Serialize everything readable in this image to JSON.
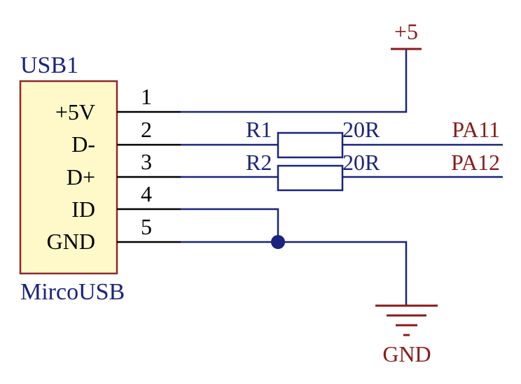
{
  "colors": {
    "component_outline": "#8b2a2a",
    "component_fill": "#fff9c9",
    "component_text": "#000000",
    "designator_text": "#1a237e",
    "net_wire": "#1a237e",
    "pin_wire": "#000000",
    "power_symbol": "#8b1a1a",
    "port_text": "#8b1a1a",
    "resistor_outline": "#1a237e",
    "junction": "#1a237e"
  },
  "connector": {
    "designator": "USB1",
    "comment": "MircoUSB",
    "pins": [
      {
        "number": "1",
        "name": "+5V"
      },
      {
        "number": "2",
        "name": "D-"
      },
      {
        "number": "3",
        "name": "D+"
      },
      {
        "number": "4",
        "name": "ID"
      },
      {
        "number": "5",
        "name": "GND"
      }
    ]
  },
  "resistors": [
    {
      "designator": "R1",
      "value": "20R"
    },
    {
      "designator": "R2",
      "value": "20R"
    }
  ],
  "power": {
    "vcc_label": "+5",
    "gnd_label": "GND"
  },
  "ports": [
    {
      "label": "PA11"
    },
    {
      "label": "PA12"
    }
  ]
}
